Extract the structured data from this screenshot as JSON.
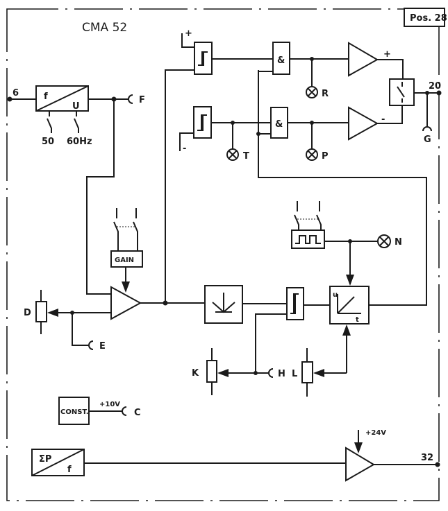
{
  "title": "CMA 52",
  "position": "Pos. 28",
  "converter_fu": {
    "in": "f",
    "out": "U",
    "switch_labels": [
      "50",
      "60Hz"
    ]
  },
  "converter_pf": {
    "in": "ΣP",
    "out": "f"
  },
  "terminals": {
    "input": "6",
    "output_top": "20",
    "output_bottom": "32"
  },
  "connectors": [
    "F",
    "E",
    "H",
    "C",
    "G"
  ],
  "pots": [
    "D",
    "K",
    "L"
  ],
  "lamps": [
    "R",
    "T",
    "P",
    "N"
  ],
  "gates": [
    "&",
    "&"
  ],
  "blocks": {
    "gain": "GAIN",
    "const": "CONST."
  },
  "signs": {
    "plus": "+",
    "minus": "-"
  },
  "voltages": {
    "const": "+10V",
    "supply": "+24V"
  },
  "ramp_axes": {
    "y": "u",
    "x": "t"
  }
}
